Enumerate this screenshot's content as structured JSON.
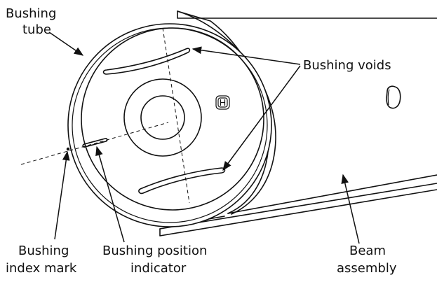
{
  "labels": {
    "bushing_tube": [
      "Bushing",
      "tube"
    ],
    "bushing_voids": "Bushing voids",
    "bushing_index_mark": [
      "Bushing",
      "index mark"
    ],
    "bushing_position_indicator": [
      "Bushing position",
      "indicator"
    ],
    "beam_assembly": [
      "Beam",
      "assembly"
    ]
  },
  "logo_text": "H"
}
